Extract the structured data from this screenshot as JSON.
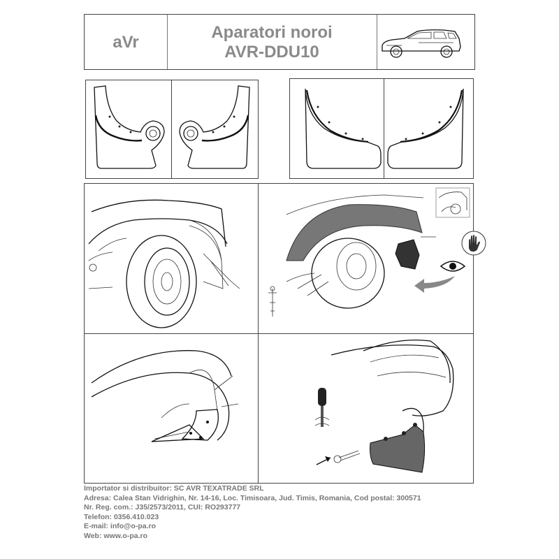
{
  "header": {
    "brand": "aVr",
    "title_line1": "Aparatori noroi",
    "title_line2": "AVR-DDU10"
  },
  "footer": {
    "lines": [
      "Importator si distribuitor: SC AVR TEXATRADE SRL",
      "Adresa: Calea Stan Vidrighin, Nr. 14-16, Loc. Timisoara, Jud. Timis, Romania, Cod postal: 300571",
      "Nr. Reg. com.: J35/2573/2011, CUI: RO293777",
      "Telefon: 0356.410.023",
      "E-mail: info@o-pa.ro",
      "Web: www.o-pa.ro"
    ]
  },
  "icons": [
    "car-side-icon",
    "glove-icon",
    "eye-icon",
    "screwdriver-icon",
    "screw-icon",
    "arrow-icon"
  ]
}
